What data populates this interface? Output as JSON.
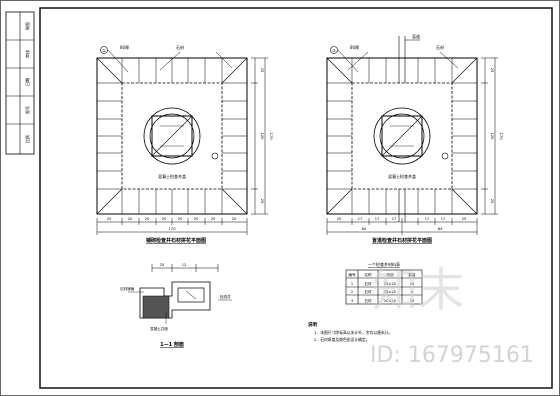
{
  "title_block": {
    "cells": [
      "制图",
      "审核",
      "日期",
      "图号",
      "比例"
    ]
  },
  "left_plan": {
    "title": "铺砌检查井石材拼花平面图",
    "callouts": [
      "①",
      "80厚",
      "石材"
    ],
    "inner_label": "混凝土检查井盖",
    "dims_bottom": [
      "25",
      "20",
      "20",
      "20",
      "20",
      "20",
      "20",
      "25"
    ],
    "dim_total": "170",
    "dims_right": [
      "25",
      "120",
      "25"
    ],
    "dim_right_total": "170"
  },
  "right_plan": {
    "title": "盲道检查井石材拼花平面图",
    "callouts": [
      "②",
      "80厚",
      "石材"
    ],
    "pipe_label": "盲道",
    "inner_label": "混凝土检查井盖",
    "dims_bottom": [
      "25",
      "17",
      "17",
      "17",
      "17",
      "17",
      "25"
    ],
    "dims_half": [
      "84",
      "84"
    ],
    "dims_right": [
      "25",
      "120",
      "25"
    ],
    "dim_right_total": "170"
  },
  "section": {
    "title": "1—1 剖面",
    "dims": [
      "25",
      "12"
    ],
    "labels": [
      "石材铺面",
      "检查井",
      "混凝土井座"
    ]
  },
  "table": {
    "title": "一个检查井材料表",
    "headers": [
      "编号",
      "名称",
      "规格",
      "数量"
    ],
    "rows": [
      [
        "1",
        "石材",
        "25×20",
        "14"
      ],
      [
        "2",
        "石材",
        "25×25",
        "4"
      ],
      [
        "3",
        "石材",
        "20×20",
        "16"
      ]
    ]
  },
  "notes": {
    "heading": "说明",
    "lines": [
      "1、本图尺寸除标高以米计外，余均以厘米计。",
      "2、石材厚度及颜色由设计确定。"
    ]
  },
  "watermark": {
    "brand": "知末",
    "id": "ID: 167975161"
  }
}
